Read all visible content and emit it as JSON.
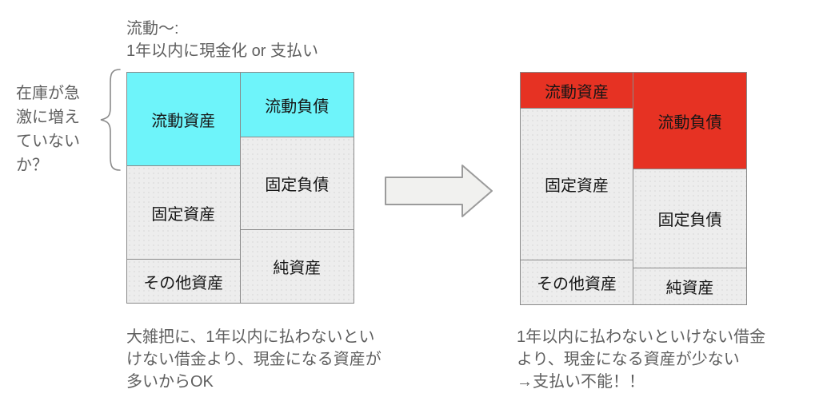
{
  "colors": {
    "cyan": "#6EF4FA",
    "red": "#E63223",
    "gray": "#EDEDED",
    "border": "#8A8A8A",
    "note_text": "#5F5F5F",
    "label_text": "#161616",
    "arrow_fill": "#F1F1EF",
    "arrow_stroke": "#9B9B9B"
  },
  "notes": {
    "top": {
      "line1": "流動〜:",
      "line2": "1年以内に現金化 or 支払い"
    },
    "left": {
      "line1": "在庫が急",
      "line2": "激に増え",
      "line3": "ていない",
      "line4": "か？"
    },
    "bottom_left": {
      "line1": "大雑把に、1年以内に払わないとい",
      "line2": "けない借金より、現金になる資産が",
      "line3": "多いからOK"
    },
    "bottom_right": {
      "line1": "1年以内に払わないといけない借金",
      "line2": "より、現金になる資産が少ない",
      "line3": "→支払い不能！！"
    }
  },
  "left_sheet": {
    "assets": [
      {
        "label": "流動資産",
        "color": "cyan"
      },
      {
        "label": "固定資産",
        "color": "gray"
      },
      {
        "label": "その他資産",
        "color": "gray"
      }
    ],
    "liabilities": [
      {
        "label": "流動負債",
        "color": "cyan"
      },
      {
        "label": "固定負債",
        "color": "gray"
      },
      {
        "label": "純資産",
        "color": "gray"
      }
    ]
  },
  "right_sheet": {
    "assets": [
      {
        "label": "流動資産",
        "color": "red"
      },
      {
        "label": "固定資産",
        "color": "gray"
      },
      {
        "label": "その他資産",
        "color": "gray"
      }
    ],
    "liabilities": [
      {
        "label": "流動負債",
        "color": "red"
      },
      {
        "label": "固定負債",
        "color": "gray"
      },
      {
        "label": "純資産",
        "color": "gray"
      }
    ]
  }
}
